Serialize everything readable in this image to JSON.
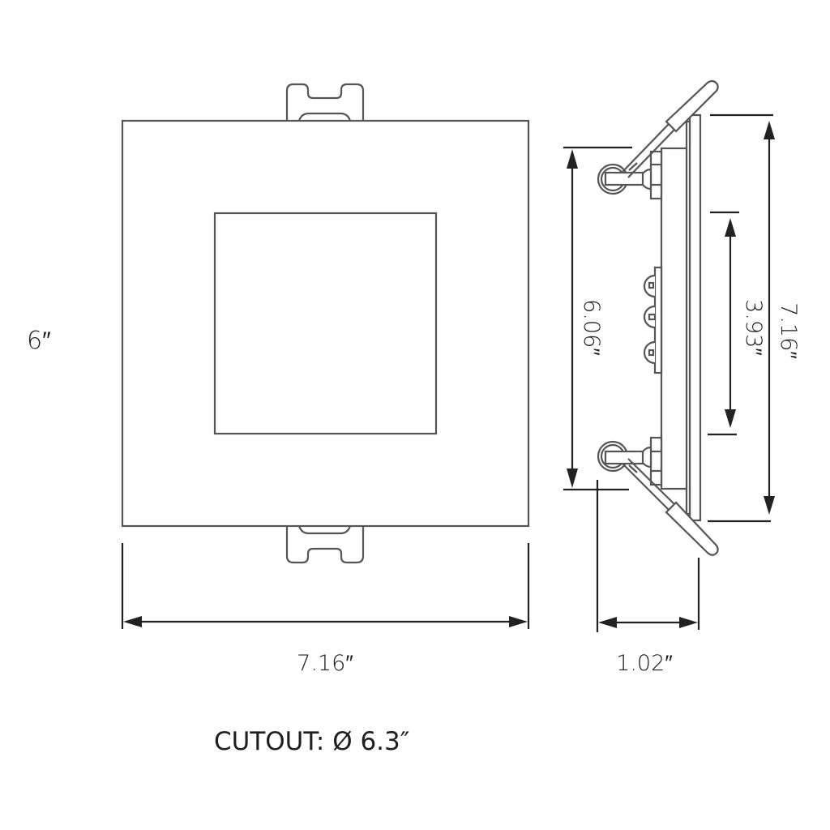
{
  "drawing": {
    "subject": "Square recessed LED light - dimensional drawing",
    "front_view": {
      "label_left": "6″",
      "width_label": "7.16″"
    },
    "side_view": {
      "height_overall_label": "7.16″",
      "height_housing_label": "3.93″",
      "height_spring_label": "6.06″",
      "depth_label": "1.02″"
    },
    "cutout_label": "CUTOUT: Ø 6.3″"
  },
  "colors": {
    "line": "#555555",
    "dimension": "#222222",
    "text": "#1e1e1e",
    "background": "#ffffff"
  }
}
